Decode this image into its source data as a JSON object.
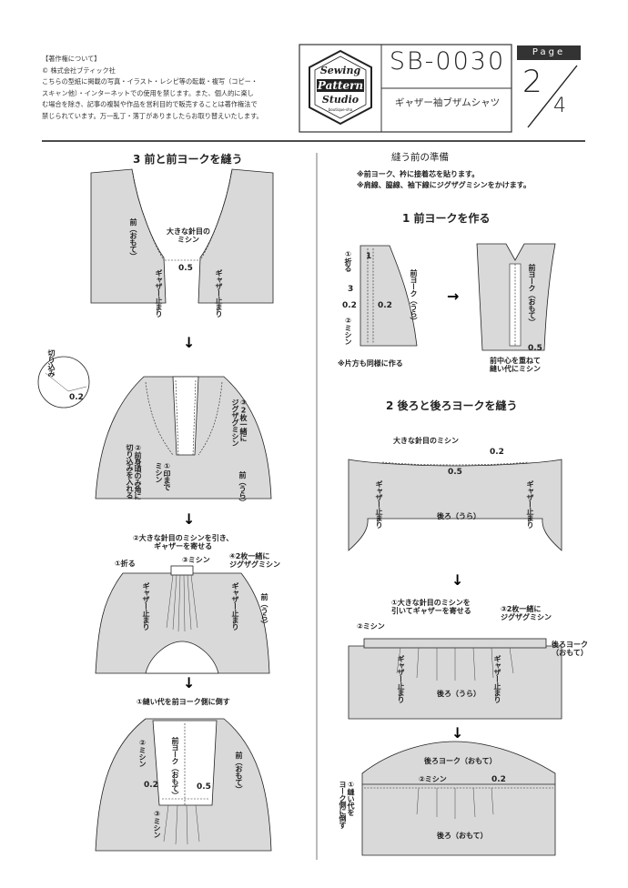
{
  "copyright": {
    "heading": "【著作権について】",
    "company": "© 株式会社ブティック社",
    "lines": [
      "こちらの型紙に掲載の写真・イラスト・レシピ等の転載・複写（コピー・",
      "スキャン他）・インターネットでの使用を禁じます。また、個人的に楽し",
      "む場合を除き、記事の複製や作品を営利目的で販売することは著作権法で",
      "禁じられています。万一乱丁・落丁がありましたらお取り替えいたします。"
    ]
  },
  "header": {
    "logo": {
      "line1": "Sewing",
      "line2": "Pattern",
      "line3": "Studio",
      "tag": "boutique-sha"
    },
    "code": "SB-0030",
    "subtitle": "ギャザー袖ブザムシャツ",
    "page_label": "Page",
    "page_current": "2",
    "page_total": "4"
  },
  "left": {
    "step3_title": "3 前と前ヨークを縫う",
    "d1": {
      "front": "前（おもて）",
      "big_stitch": "大きな針目の\nミシン",
      "dim": "0.5",
      "gather_l": "ギャザー止まり",
      "gather_r": "ギャザー止まり"
    },
    "d2": {
      "kirikomi": "切り込み",
      "dim": "0.2",
      "zigzag": "③2枚一緒に\nジグザグミシン",
      "cut": "②前身頃のみ角に\n切り込みを入れる",
      "stitch": "①印まで\nミシン",
      "front_back": "前（うら）"
    },
    "d3": {
      "pull": "②大きな針目のミシンを引き、\nギャザーを寄せる",
      "fold": "①折る",
      "stitch3": "③ミシン",
      "zigzag4": "④2枚一緒に\nジグザグミシン",
      "gather_l": "ギャザー止まり",
      "gather_r": "ギャザー止まり",
      "front_back": "前（うら）"
    },
    "d4": {
      "seam": "①縫い代を前ヨーク側に倒す",
      "stitch2": "②ミシン",
      "yoke": "前ヨーク（おもて）",
      "front": "前（おもて）",
      "dim_a": "0.2",
      "dim_b": "0.5",
      "stitch3": "③ミシン"
    }
  },
  "right": {
    "prep_title": "縫う前の準備",
    "prep_notes": [
      "※前ヨーク、衿に接着芯を貼ります。",
      "※肩線、脇線、袖下線にジグザグミシンをかけます。"
    ],
    "step1_title": "1 前ヨークを作る",
    "d5": {
      "fold": "①折る",
      "n1": "1",
      "n3": "3",
      "n02a": "0.2",
      "n02b": "0.2",
      "stitch": "②ミシン",
      "yoke_back": "前ヨーク（うら）",
      "other_side": "※片方も同様に作る",
      "yoke_front": "前ヨーク（おもて）",
      "dim": "0.5",
      "center": "前中心を重ねて\n縫い代にミシン"
    },
    "step2_title": "2 後ろと後ろヨークを縫う",
    "d6": {
      "big_stitch": "大きな針目のミシン",
      "dim_a": "0.2",
      "dim_b": "0.5",
      "gather_l": "ギャザー止まり",
      "gather_r": "ギャザー止まり",
      "back": "後ろ（うら）"
    },
    "d7": {
      "pull": "①大きな針目のミシンを\n引いてギャザーを寄せる",
      "zigzag": "③2枚一緒に\nジグザグミシン",
      "stitch2": "②ミシン",
      "yoke": "後ろヨーク\n（おもて）",
      "gather_l": "ギャザー止まり",
      "gather_r": "ギャザー止まり",
      "back": "後ろ（うら）"
    },
    "d8": {
      "yoke": "後ろヨーク（おもて）",
      "stitch2": "②ミシン",
      "dim": "0.2",
      "seam": "①縫い代を\nヨーク側に倒す",
      "back": "後ろ（おもて）"
    }
  },
  "colors": {
    "fabric": "#d9d9d9",
    "line": "#222222",
    "rule": "#333333"
  }
}
